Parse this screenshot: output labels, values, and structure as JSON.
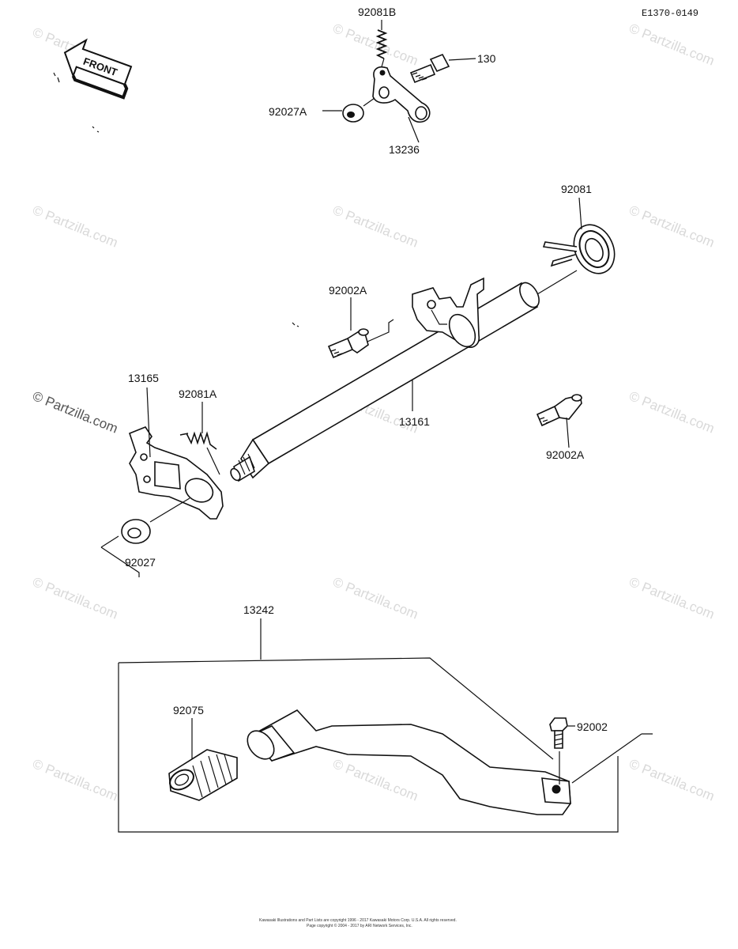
{
  "diagram_code": "E1370-0149",
  "front_arrow_label": "FRONT",
  "watermark_text": "© Partzilla.com",
  "footer": {
    "line1": "Kawasaki Illustrations and Part Lists are copyright 1996 - 2017 Kawasaki Motors Corp. U.S.A. All rights reserved.",
    "line2": "Page copyright © 2004 - 2017 by ARI Network Services, Inc."
  },
  "parts": {
    "p92081B": "92081B",
    "p130": "130",
    "p92027A": "92027A",
    "p13236": "13236",
    "p92081": "92081",
    "p92002A_top": "92002A",
    "p13165": "13165",
    "p92081A": "92081A",
    "p13161": "13161",
    "p92002A_right": "92002A",
    "p92027": "92027",
    "p13242": "13242",
    "p92075": "92075",
    "p92002": "92002"
  }
}
